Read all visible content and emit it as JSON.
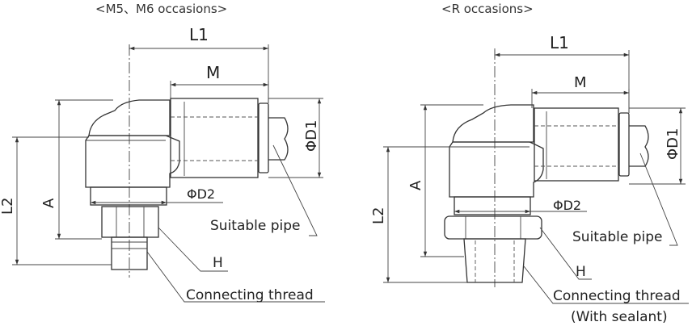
{
  "captions": {
    "left": "<M5、M6 occasions>",
    "right": "<R occasions>"
  },
  "labels": {
    "l1": "L1",
    "m": "M",
    "a": "A",
    "l2": "L2",
    "d1": "ΦD1",
    "d2": "ΦD2",
    "h": "H",
    "suitable_pipe": "Suitable pipe",
    "connecting_thread": "Connecting thread",
    "with_sealant": "(With sealant)"
  },
  "colors": {
    "line": "#333333",
    "text": "#222222",
    "background": "#ffffff"
  }
}
